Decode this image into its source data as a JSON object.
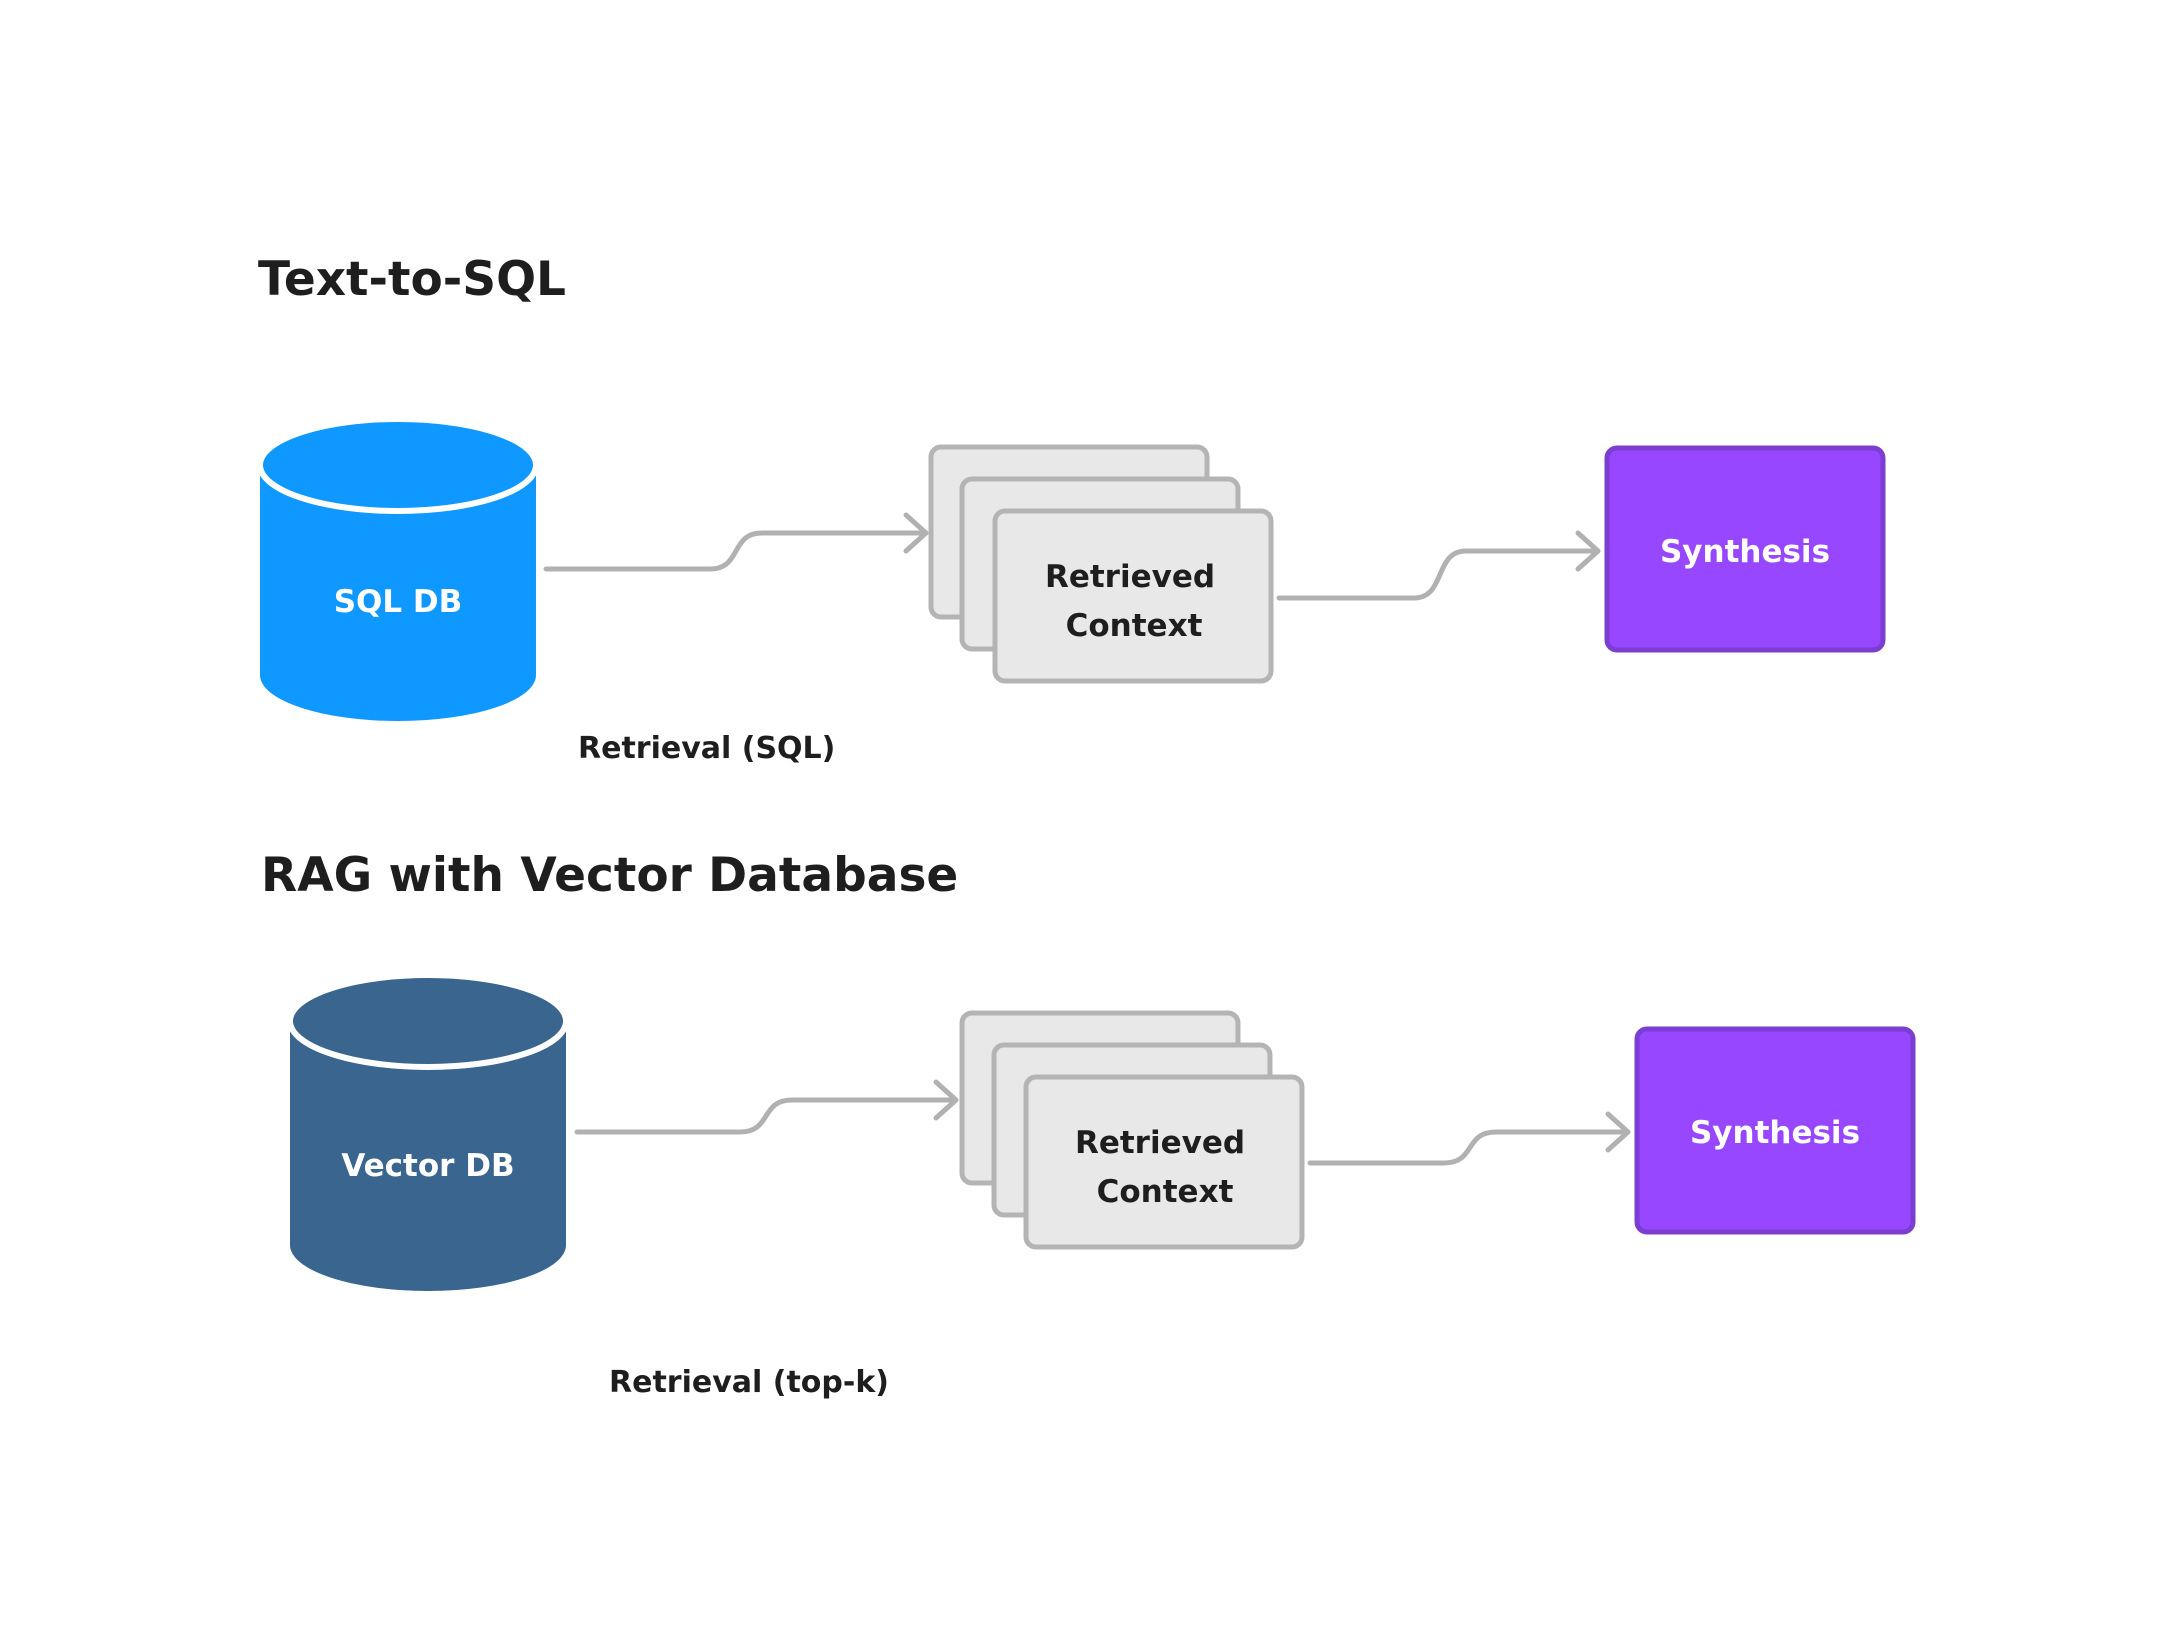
{
  "sections": [
    {
      "title": "Text-to-SQL",
      "database": {
        "label": "SQL DB",
        "color": "#0f98ff"
      },
      "retrieval_label": "Retrieval (SQL)",
      "context": {
        "line1": "Retrieved",
        "line2": "Context"
      },
      "synthesis": {
        "label": "Synthesis",
        "color": "#9747ff",
        "border": "#7b3ed1"
      }
    },
    {
      "title": "RAG with Vector Database",
      "database": {
        "label": "Vector DB",
        "color": "#39658f"
      },
      "retrieval_label": "Retrieval (top-k)",
      "context": {
        "line1": "Retrieved",
        "line2": "Context"
      },
      "synthesis": {
        "label": "Synthesis",
        "color": "#9747ff",
        "border": "#7b3ed1"
      }
    }
  ]
}
